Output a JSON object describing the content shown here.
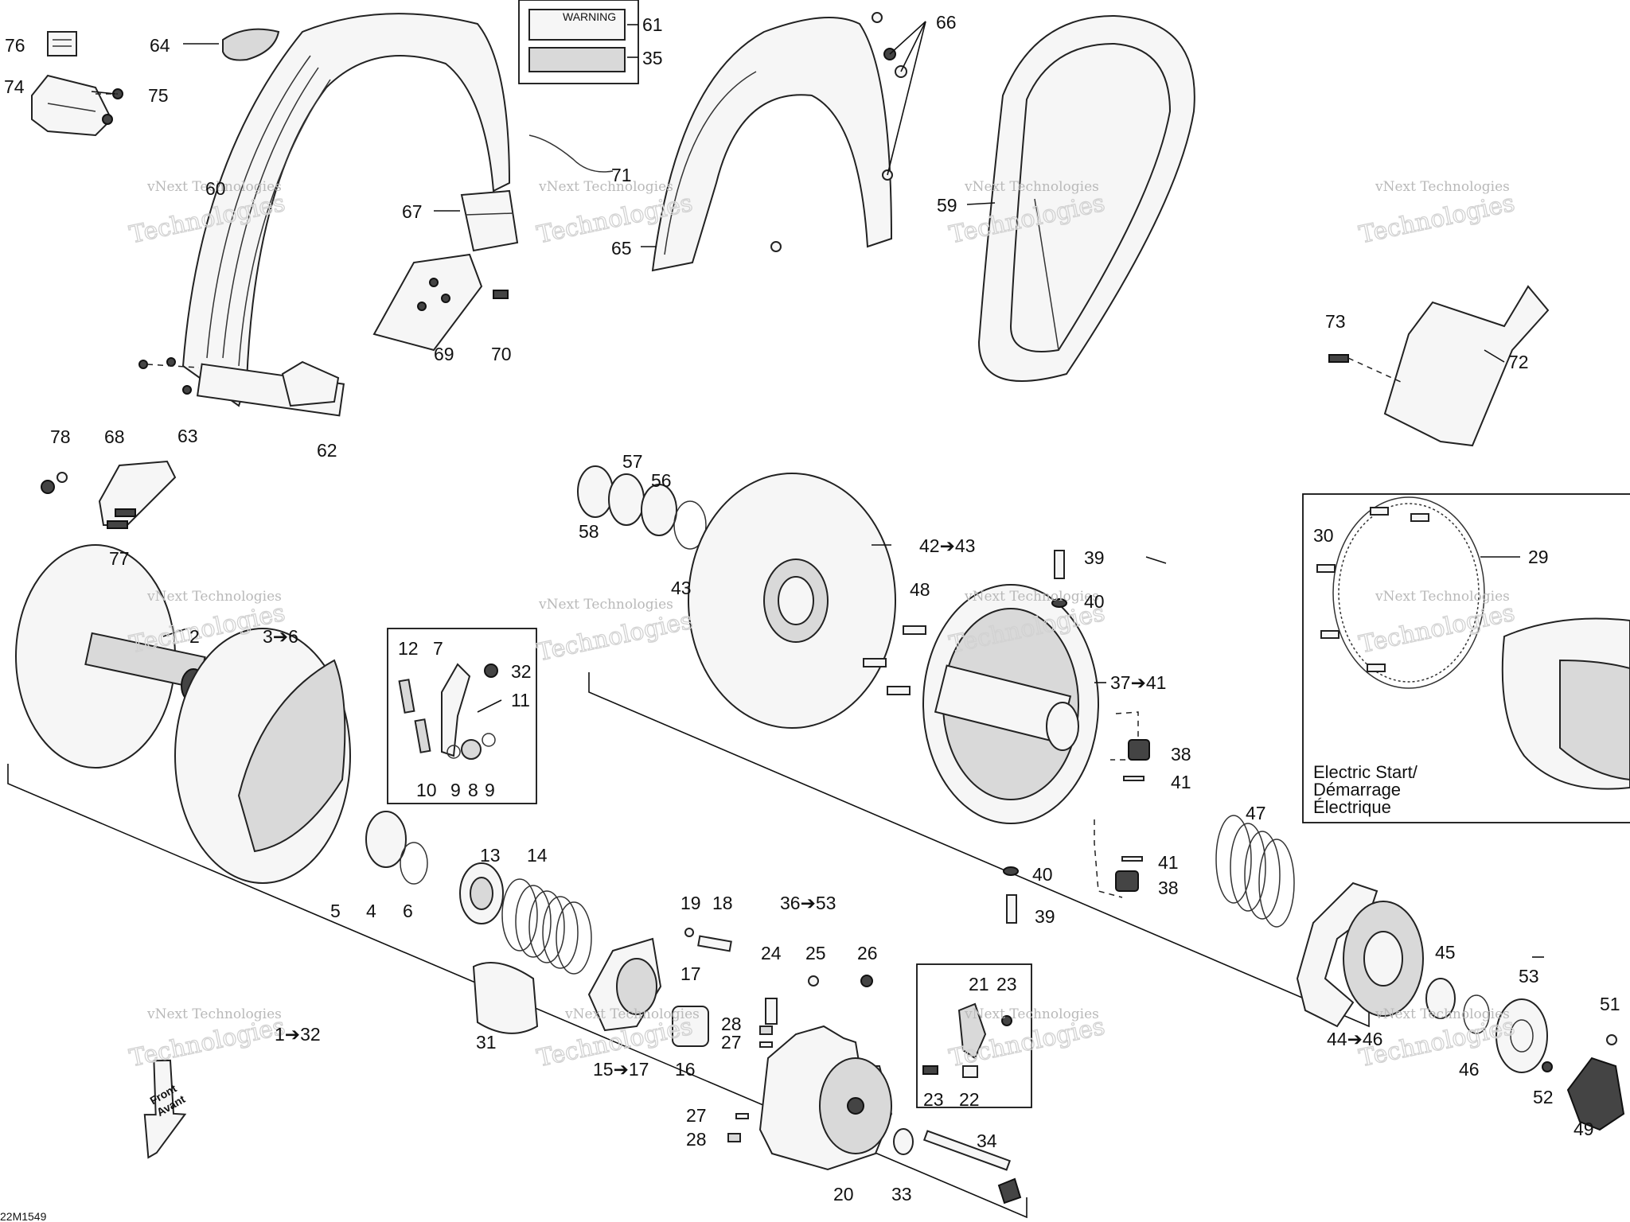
{
  "callouts": {
    "c76": "76",
    "c64": "64",
    "c74": "74",
    "c75": "75",
    "c61": "61",
    "c35": "35",
    "c66": "66",
    "c60": "60",
    "c67": "67",
    "c71": "71",
    "c59": "59",
    "c65": "65",
    "c69": "69",
    "c70": "70",
    "c73": "73",
    "c72": "72",
    "c63": "63",
    "c62": "62",
    "c78": "78",
    "c68": "68",
    "c77": "77",
    "c57": "57",
    "c56": "56",
    "c58": "58",
    "c43": "43",
    "c4243": "42➔43",
    "c39a": "39",
    "c40a": "40",
    "c48": "48",
    "c2": "2",
    "c36": "3➔6",
    "c12": "12",
    "c7": "7",
    "c32a": "32",
    "c11": "11",
    "c10": "10",
    "c9a": "9",
    "c8": "8",
    "c9b": "9",
    "c3741": "37➔41",
    "c38a": "38",
    "c41a": "41",
    "c5": "5",
    "c4": "4",
    "c6": "6",
    "c13": "13",
    "c14": "14",
    "c40b": "40",
    "c41b": "41",
    "c38b": "38",
    "c39b": "39",
    "c47": "47",
    "c3653": "36➔53",
    "c19": "19",
    "c18": "18",
    "c24": "24",
    "c25": "25",
    "c26": "26",
    "c21": "21",
    "c23a": "23",
    "c17": "17",
    "c31": "31",
    "c132": "1➔32",
    "c1517": "15➔17",
    "c16": "16",
    "c28a": "28",
    "c27a": "27",
    "c23b": "23",
    "c22": "22",
    "c27b": "27",
    "c28b": "28",
    "c20": "20",
    "c33": "33",
    "c34": "34",
    "c30": "30",
    "c29": "29",
    "c4446": "44➔46",
    "c45": "45",
    "c53": "53",
    "c51": "51",
    "c46": "46",
    "c52": "52",
    "c49": "49"
  },
  "inset_electric": {
    "line1": "Electric Start/",
    "line2": "Démarrage",
    "line3": "Électrique"
  },
  "front_arrow": {
    "line1": "Front",
    "line2": "Avant"
  },
  "label_warning": "WARNING",
  "drawing_code": "22M1549",
  "watermark": {
    "line1": "vNext Technologies",
    "line2": "vNext\nTechnologies"
  },
  "colors": {
    "ink": "#111111",
    "watermark": "#c8c8c8"
  }
}
